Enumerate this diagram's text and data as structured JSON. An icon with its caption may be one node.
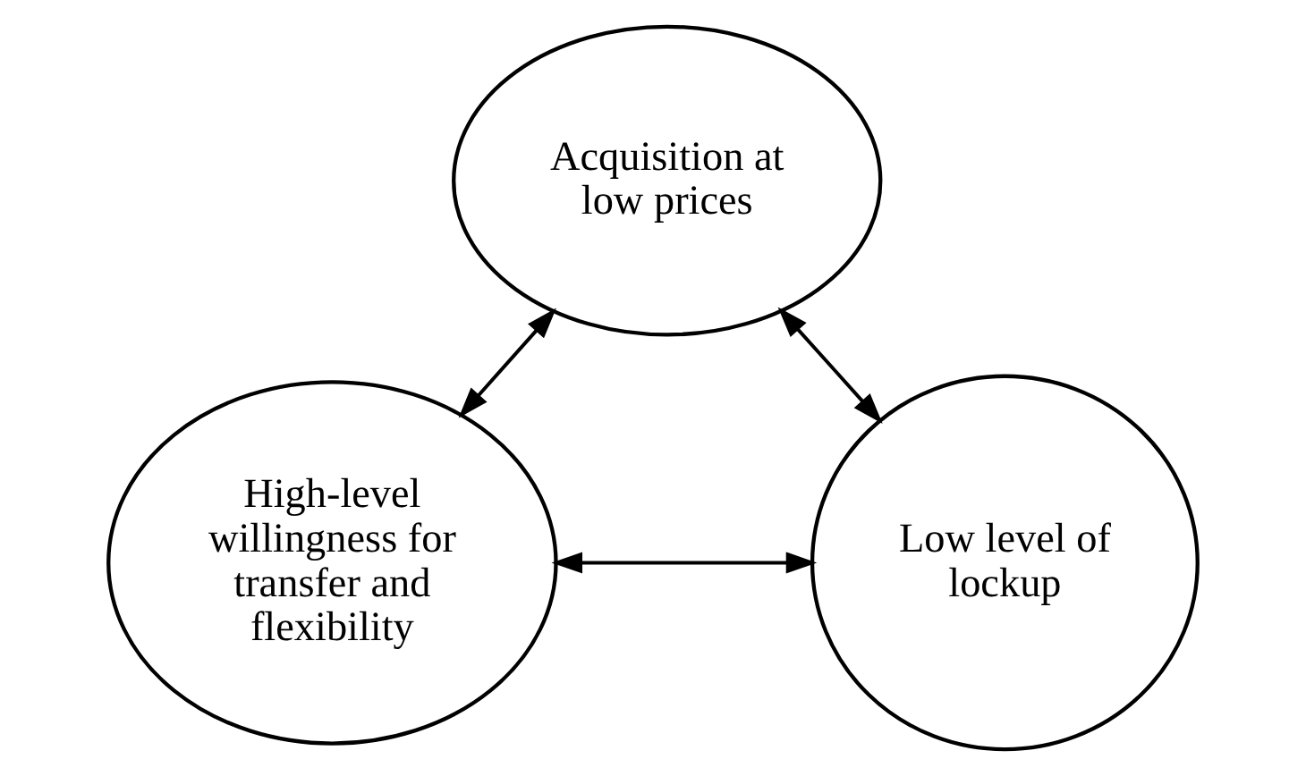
{
  "diagram": {
    "nodes": [
      {
        "text": [
          "Acquisition at low prices"
        ]
      },
      {
        "text": [
          "High-level willingness for transfer and flexibility"
        ]
      },
      {
        "text": [
          "Low level of lockup"
        ]
      }
    ],
    "edges": [
      {
        "from": 1,
        "to": 0,
        "arrow": "both"
      },
      {
        "from": 0,
        "to": 2,
        "arrow": "both"
      },
      {
        "from": 1,
        "to": 2,
        "arrow": "both"
      }
    ]
  }
}
